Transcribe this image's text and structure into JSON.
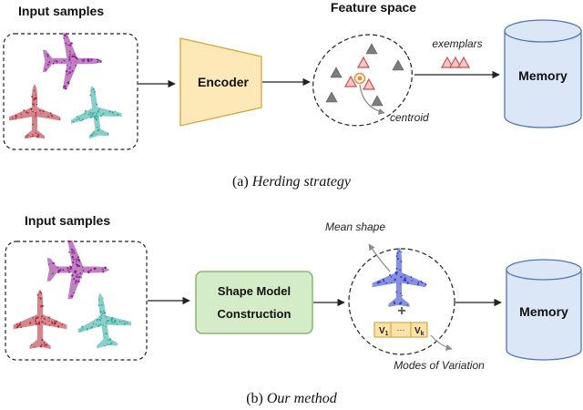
{
  "top": {
    "input_title": "Input samples",
    "feature_title": "Feature space",
    "encoder_label": "Encoder",
    "exemplars_label": "exemplars",
    "centroid_label": "centroid",
    "memory_label": "Memory",
    "caption_prefix": "(a) ",
    "caption_italic": "Herding strategy"
  },
  "bottom": {
    "input_title": "Input samples",
    "shape_model_line1": "Shape Model",
    "shape_model_line2": "Construction",
    "mean_shape_label": "Mean shape",
    "plus_label": "+",
    "mode_first": "V",
    "mode_first_sub": "1",
    "mode_dots": "···",
    "mode_last": "V",
    "mode_last_sub": "k",
    "modes_label": "Modes of Variation",
    "memory_label": "Memory",
    "caption_prefix": "(b) ",
    "caption_italic": "Our method"
  },
  "colors": {
    "airplane_purple": "#8b1a8f",
    "airplane_red": "#b0222e",
    "airplane_teal": "#2aa79c",
    "airplane_blue": "#2436c9",
    "encoder_fill": "#fde9b8",
    "encoder_stroke": "#d8a53a",
    "shape_model_fill": "#d5ecc9",
    "shape_model_stroke": "#7aab62",
    "memory_fill": "#dbe7f6",
    "memory_stroke": "#4f77b3",
    "triangle_grey": "#7d7d7d",
    "triangle_red_fill": "#f6c9c7",
    "triangle_red_stroke": "#d14d4d",
    "centroid_color": "#f08a2a",
    "modes_fill": "#fde3a7",
    "modes_stroke": "#d4a23a"
  }
}
